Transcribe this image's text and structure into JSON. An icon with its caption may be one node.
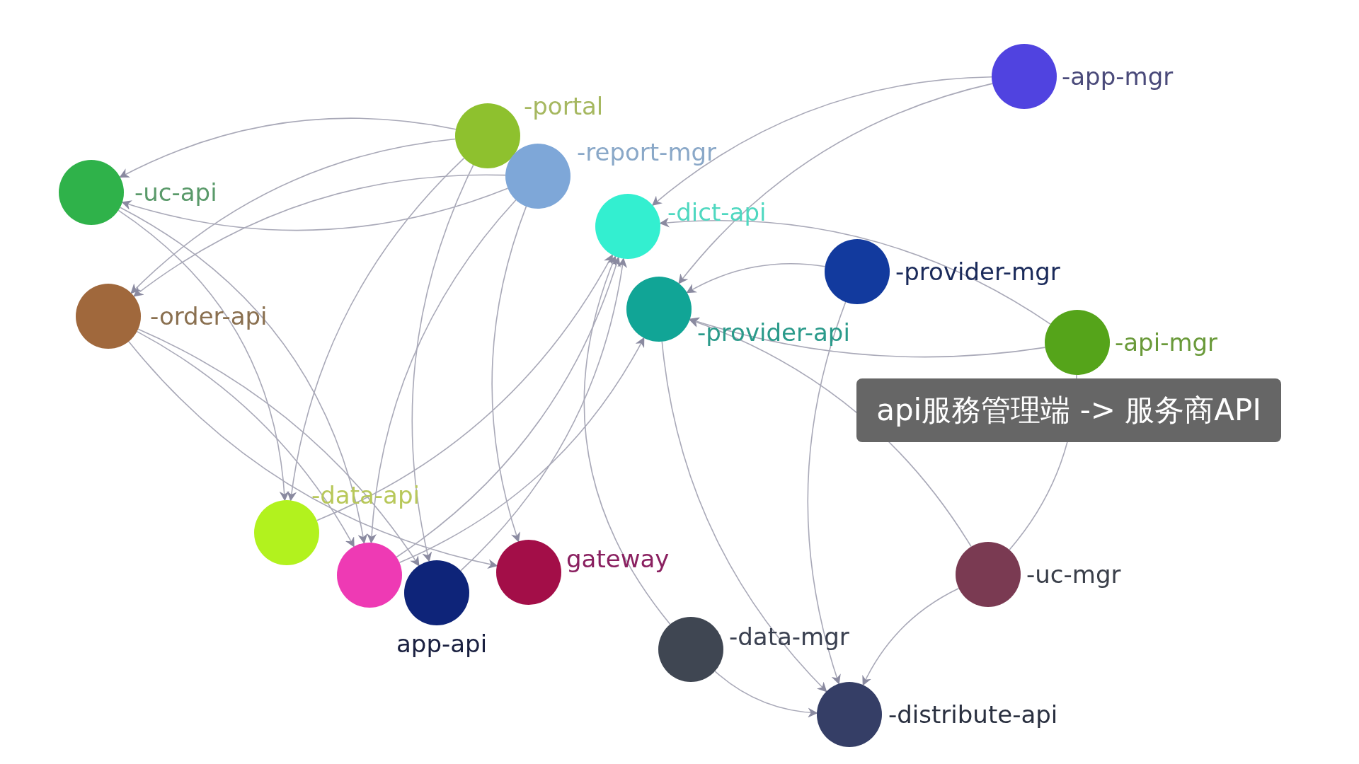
{
  "diagram": {
    "nodes": [
      {
        "text": [],
        "shape": "circle",
        "beside": [
          "-uc-api"
        ]
      },
      {
        "text": [],
        "shape": "circle",
        "beside": [
          "-order-api"
        ]
      },
      {
        "text": [],
        "shape": "circle",
        "beside": [
          "-portal"
        ]
      },
      {
        "text": [],
        "shape": "circle",
        "beside": [
          "-report-mgr"
        ]
      },
      {
        "text": [],
        "shape": "circle",
        "beside": [
          "-dict-api"
        ]
      },
      {
        "text": [],
        "shape": "circle",
        "beside": [
          "-provider-api"
        ]
      },
      {
        "text": [],
        "shape": "circle",
        "beside": [
          "-app-mgr"
        ]
      },
      {
        "text": [],
        "shape": "circle",
        "beside": [
          "-provider-mgr"
        ]
      },
      {
        "text": [],
        "shape": "circle",
        "beside": [
          "-api-mgr"
        ]
      },
      {
        "text": [],
        "shape": "circle",
        "beside": [
          "-data-api"
        ]
      },
      {
        "text": [],
        "shape": "circle"
      },
      {
        "text": [],
        "shape": "circle",
        "beside": [
          "app-api"
        ]
      },
      {
        "text": [],
        "shape": "circle",
        "beside": [
          "gateway"
        ]
      },
      {
        "text": [],
        "shape": "circle",
        "beside": [
          "-data-mgr"
        ]
      },
      {
        "text": [],
        "shape": "circle",
        "beside": [
          "-distribute-api"
        ]
      },
      {
        "text": [],
        "shape": "circle",
        "beside": [
          "-uc-mgr"
        ]
      }
    ],
    "edges": [
      {
        "from": 2,
        "to": 0,
        "arrow": "to"
      },
      {
        "from": 3,
        "to": 0,
        "arrow": "to"
      },
      {
        "from": 2,
        "to": 1,
        "arrow": "to"
      },
      {
        "from": 3,
        "to": 1,
        "arrow": "to"
      },
      {
        "from": 0,
        "to": 9,
        "arrow": "to"
      },
      {
        "from": 0,
        "to": 10,
        "arrow": "to"
      },
      {
        "from": 1,
        "to": 10,
        "arrow": "to"
      },
      {
        "from": 1,
        "to": 11,
        "arrow": "to"
      },
      {
        "from": 1,
        "to": 12,
        "arrow": "to"
      },
      {
        "from": 2,
        "to": 9,
        "arrow": "to"
      },
      {
        "from": 2,
        "to": 11,
        "arrow": "to"
      },
      {
        "from": 3,
        "to": 10,
        "arrow": "to"
      },
      {
        "from": 3,
        "to": 12,
        "arrow": "to"
      },
      {
        "from": 11,
        "to": 4,
        "arrow": "to"
      },
      {
        "from": 10,
        "to": 4,
        "arrow": "to"
      },
      {
        "from": 9,
        "to": 4,
        "arrow": "to"
      },
      {
        "from": 13,
        "to": 4,
        "arrow": "to"
      },
      {
        "from": 10,
        "to": 5,
        "arrow": "to"
      },
      {
        "from": 6,
        "to": 4,
        "arrow": "to"
      },
      {
        "from": 6,
        "to": 5,
        "arrow": "to"
      },
      {
        "from": 8,
        "to": 4,
        "arrow": "to"
      },
      {
        "from": 8,
        "to": 5,
        "arrow": "to"
      },
      {
        "from": 7,
        "to": 5,
        "arrow": "to"
      },
      {
        "from": 15,
        "to": 5,
        "arrow": "to"
      },
      {
        "from": 7,
        "to": 14,
        "arrow": "to"
      },
      {
        "from": 5,
        "to": 14,
        "arrow": "to"
      },
      {
        "from": 13,
        "to": 14,
        "arrow": "to"
      },
      {
        "from": 15,
        "to": 14,
        "arrow": "to"
      },
      {
        "from": 15,
        "to": 8,
        "arrow": "none"
      }
    ],
    "labels": [
      "api服務管理端 -> 服务商API"
    ]
  }
}
